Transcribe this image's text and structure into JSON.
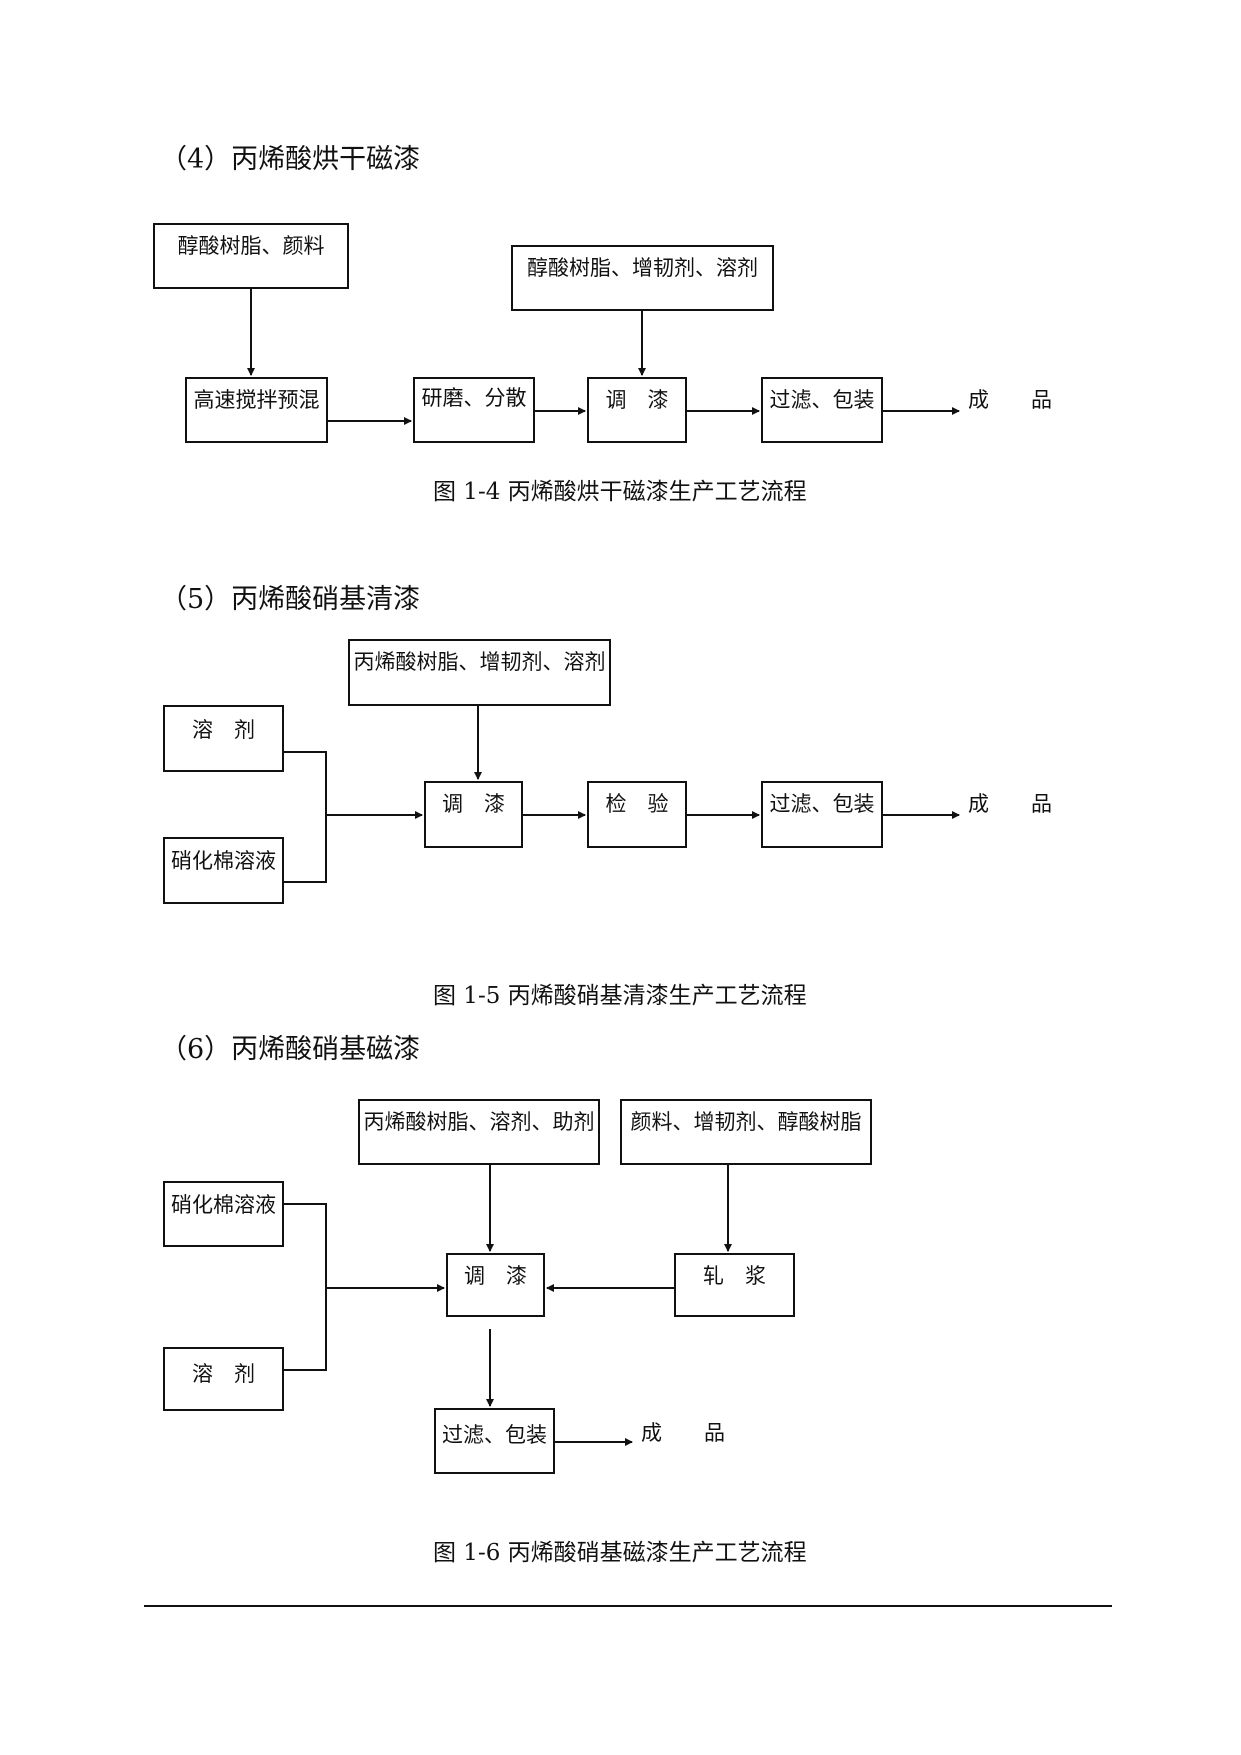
{
  "diagram4": {
    "heading": "（4）丙烯酸烘干磁漆",
    "inputs": {
      "resin_pigment": "醇酸树脂、颜料",
      "resin_additives": "醇酸树脂、增韧剂、溶剂"
    },
    "steps": {
      "premix": "高速搅拌预混",
      "grind": "研磨、分散",
      "tint": "调　漆",
      "filter_pack": "过滤、包装"
    },
    "output": "成　　品",
    "caption": "图 1-4 丙烯酸烘干磁漆生产工艺流程"
  },
  "diagram5": {
    "heading": "（5）丙烯酸硝基清漆",
    "inputs": {
      "resin_additives": "丙烯酸树脂、增韧剂、溶剂",
      "solvent": "溶　剂",
      "nc_solution": "硝化棉溶液"
    },
    "steps": {
      "tint": "调　漆",
      "inspect": "检　验",
      "filter_pack": "过滤、包装"
    },
    "output": "成　　品",
    "caption": "图 1-5 丙烯酸硝基清漆生产工艺流程"
  },
  "diagram6": {
    "heading": "（6）丙烯酸硝基磁漆",
    "inputs": {
      "resin_additives": "丙烯酸树脂、溶剂、助剂",
      "pigment_additives": "颜料、增韧剂、醇酸树脂",
      "nc_solution": "硝化棉溶液",
      "solvent": "溶　剂"
    },
    "steps": {
      "tint": "调　漆",
      "mill": "轧　浆",
      "filter_pack": "过滤、包装"
    },
    "output": "成　　品",
    "caption": "图 1-6 丙烯酸硝基磁漆生产工艺流程"
  }
}
